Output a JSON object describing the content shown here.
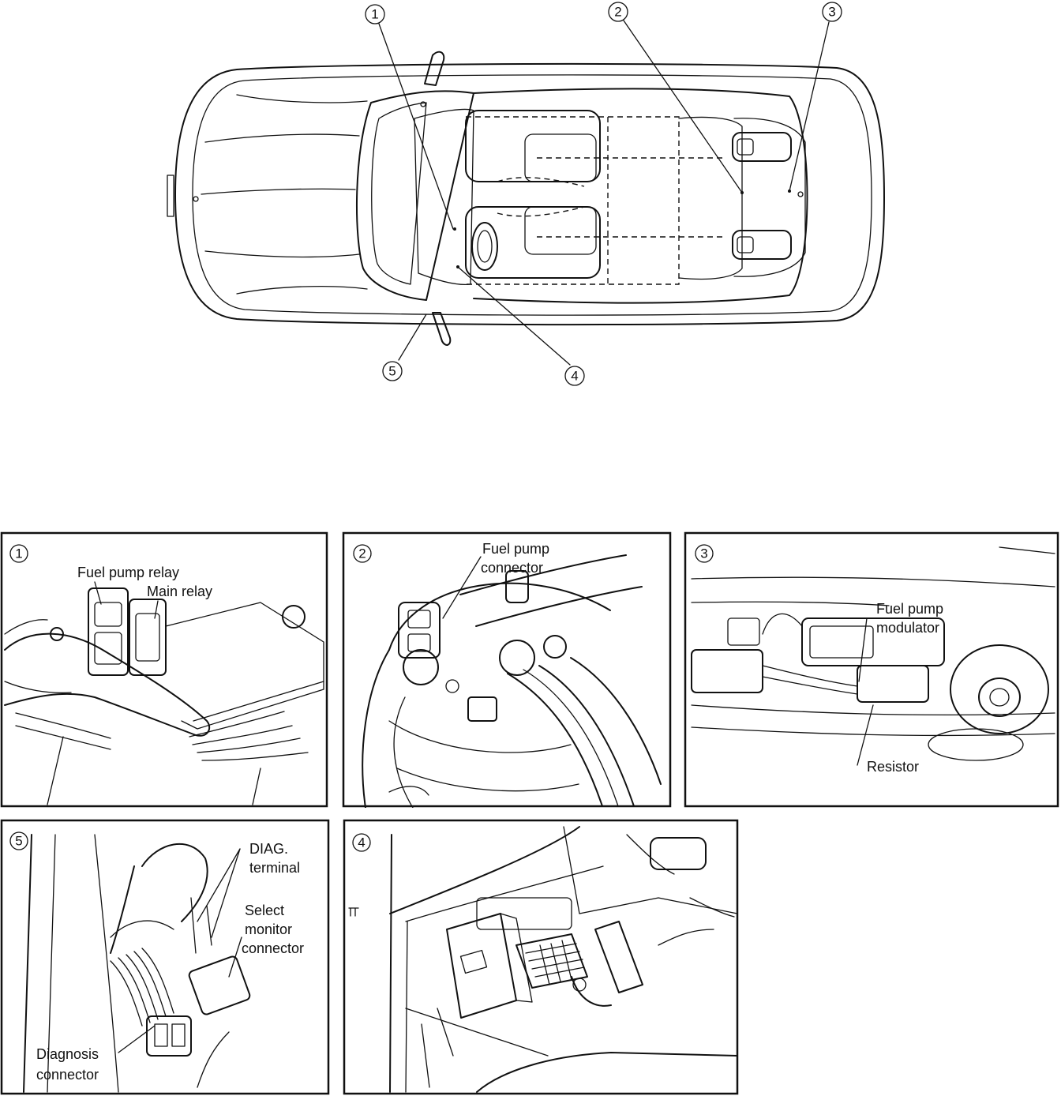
{
  "overview": {
    "callouts": [
      "1",
      "2",
      "3",
      "4",
      "5"
    ]
  },
  "panels": {
    "p1": {
      "number": "1",
      "labels": {
        "fuel_pump_relay": "Fuel pump relay",
        "main_relay": "Main relay"
      }
    },
    "p2": {
      "number": "2",
      "labels": {
        "fuel_pump_connector_line1": "Fuel pump",
        "fuel_pump_connector_line2": "connector"
      }
    },
    "p3": {
      "number": "3",
      "labels": {
        "modulator_line1": "Fuel pump",
        "modulator_line2": "modulator",
        "resistor": "Resistor"
      }
    },
    "p5": {
      "number": "5",
      "labels": {
        "diag_line1": "DIAG.",
        "diag_line2": "terminal",
        "select_line1": "Select",
        "select_line2": "monitor",
        "select_line3": "connector",
        "diagnosis_line1": "Diagnosis",
        "diagnosis_line2": "connector"
      }
    },
    "p4": {
      "number": "4"
    }
  }
}
